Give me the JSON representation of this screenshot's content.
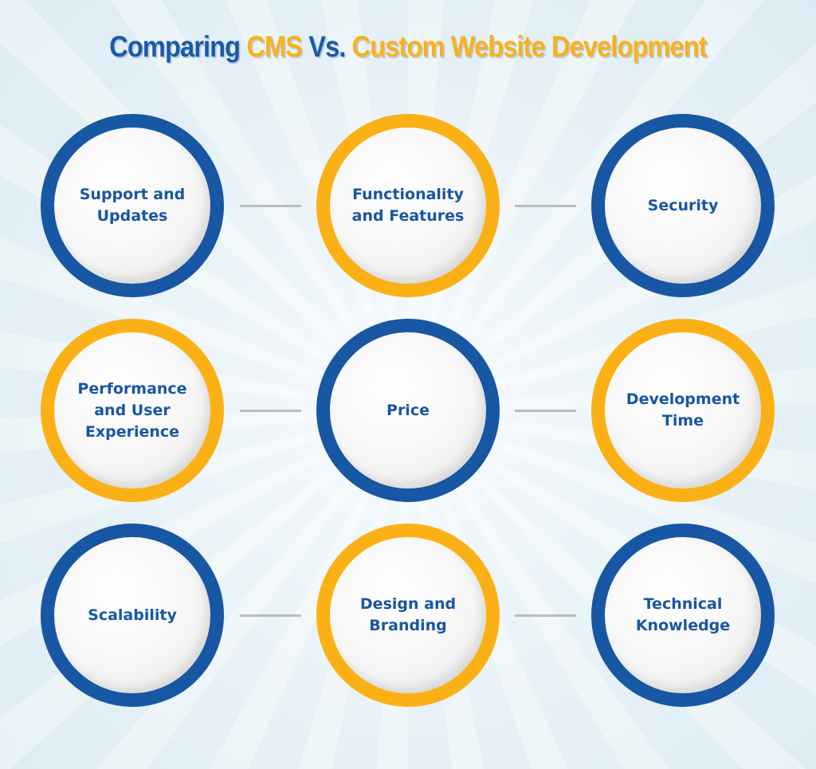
{
  "title": {
    "part1": "Comparing",
    "part2": "CMS",
    "part3": "Vs.",
    "part4": "Custom Website Development"
  },
  "colors": {
    "blue": "#1757a3",
    "orange": "#fbb116"
  },
  "items": [
    {
      "label": "Support and Updates",
      "ring": "blue"
    },
    {
      "label": "Functionality and Features",
      "ring": "orange"
    },
    {
      "label": "Security",
      "ring": "blue"
    },
    {
      "label": "Performance and User Experience",
      "ring": "orange"
    },
    {
      "label": "Price",
      "ring": "blue"
    },
    {
      "label": "Development Time",
      "ring": "orange"
    },
    {
      "label": "Scalability",
      "ring": "blue"
    },
    {
      "label": "Design and Branding",
      "ring": "orange"
    },
    {
      "label": "Technical Knowledge",
      "ring": "blue"
    }
  ]
}
